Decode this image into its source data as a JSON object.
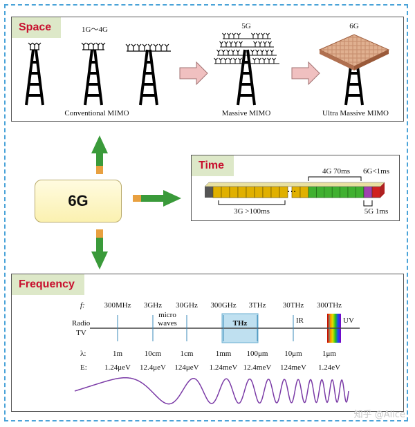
{
  "center_label": "6G",
  "space": {
    "title": "Space",
    "band_label": "1G～4G",
    "g5_label": "5G",
    "g6_label": "6G",
    "conventional": "Conventional MIMO",
    "massive": "Massive MIMO",
    "ultra": "Ultra Massive MIMO"
  },
  "time": {
    "title": "Time",
    "g4": "4G 70ms",
    "g6": "6G<1ms",
    "g3": "3G >100ms",
    "g5": "5G 1ms"
  },
  "frequency": {
    "title": "Frequency",
    "f_symbol": "f:",
    "lambda_symbol": "λ:",
    "e_symbol": "E:",
    "radio": "Radio",
    "tv": "TV",
    "micro": "micro",
    "waves": "waves",
    "thz": "THz",
    "ir": "IR",
    "uv": "UV",
    "freqs": [
      "300MHz",
      "3GHz",
      "30GHz",
      "300GHz",
      "3THz",
      "30THz",
      "300THz"
    ],
    "wavelengths": [
      "1m",
      "10cm",
      "1cm",
      "1mm",
      "100μm",
      "10μm",
      "1μm"
    ],
    "energies": [
      "1.24μeV",
      "12.4μeV",
      "124μeV",
      "1.24meV",
      "12.4meV",
      "124meV",
      "1.24eV"
    ]
  },
  "watermark": "知乎 @Alice",
  "colors": {
    "accent_red": "#c8102e",
    "arrow_green": "#3a9a3a",
    "tag_bg": "#dde8c8",
    "frame_blue": "#4aa3d8",
    "wave_purple": "#7a3aa6"
  }
}
